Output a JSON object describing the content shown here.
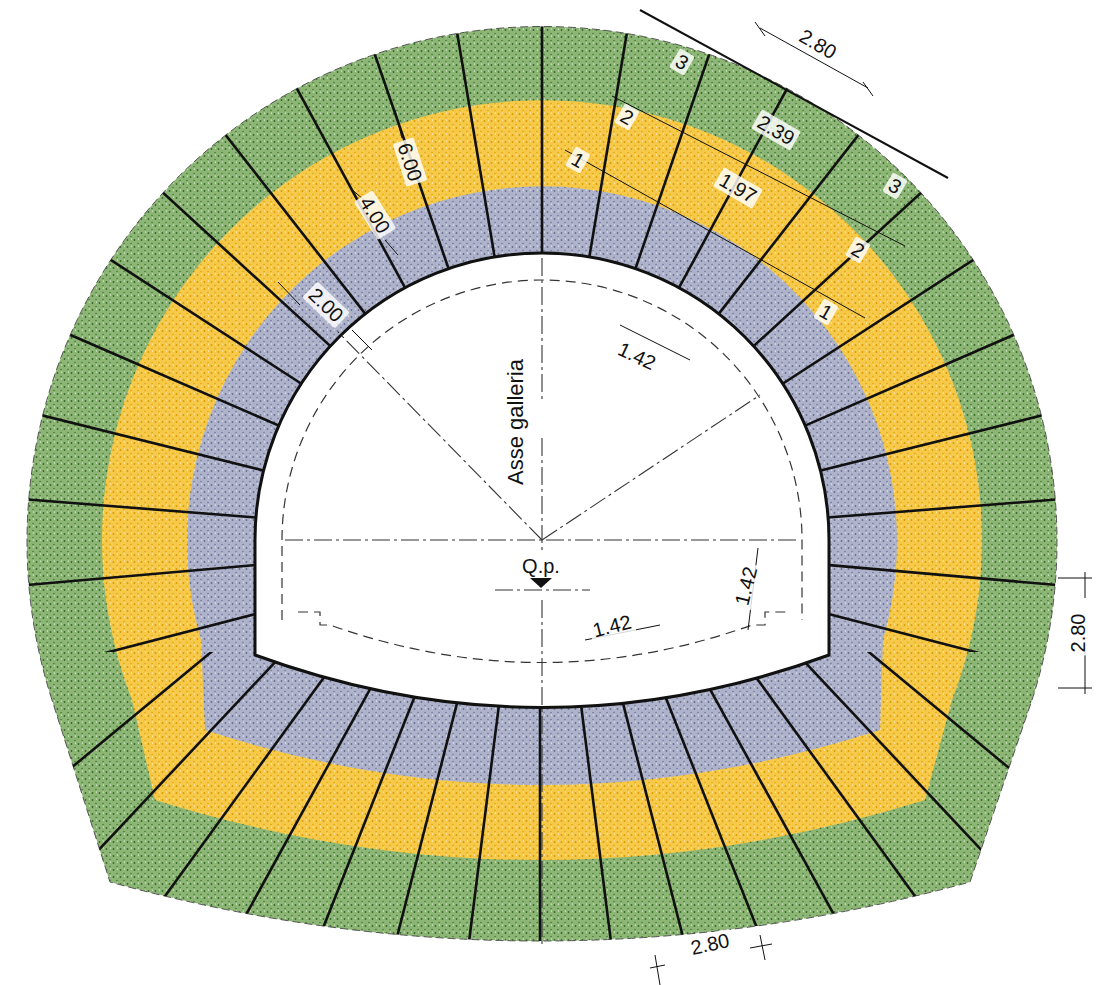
{
  "diagram": {
    "labels": [
      "2.80",
      "3",
      "2",
      "1",
      "2.39",
      "1.97",
      "3",
      "2",
      "1",
      "6.00",
      "4.00",
      "2.00",
      "1.42",
      "Asse galleria",
      "Q.p.",
      "1.42",
      "1.42",
      "2.80",
      "2.80"
    ]
  }
}
